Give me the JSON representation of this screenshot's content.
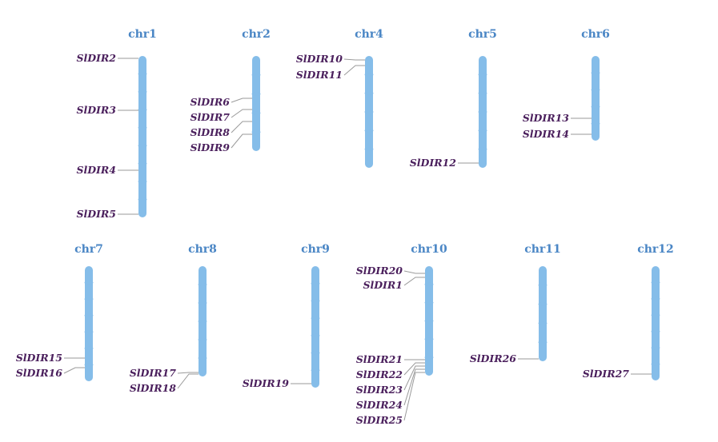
{
  "colors": {
    "chromosome": "#85bde9",
    "title": "#4a86c5",
    "label": "#4a1f5c",
    "leader": "#9a9a9a"
  },
  "chromosomes": [
    {
      "name": "chr1",
      "genes": [
        "SlDIR2",
        "SlDIR3",
        "SlDIR4",
        "SlDIR5"
      ]
    },
    {
      "name": "chr2",
      "genes": [
        "SlDIR6",
        "SlDIR7",
        "SlDIR8",
        "SlDIR9"
      ]
    },
    {
      "name": "chr4",
      "genes": [
        "SlDIR10",
        "SlDIR11"
      ]
    },
    {
      "name": "chr5",
      "genes": [
        "SlDIR12"
      ]
    },
    {
      "name": "chr6",
      "genes": [
        "SlDIR13",
        "SlDIR14"
      ]
    },
    {
      "name": "chr7",
      "genes": [
        "SlDIR15",
        "SlDIR16"
      ]
    },
    {
      "name": "chr8",
      "genes": [
        "SlDIR17",
        "SlDIR18"
      ]
    },
    {
      "name": "chr9",
      "genes": [
        "SlDIR19"
      ]
    },
    {
      "name": "chr10",
      "genes": [
        "SlDIR20",
        "SlDIR1",
        "SlDIR21",
        "SlDIR22",
        "SlDIR23",
        "SlDIR24",
        "SlDIR25"
      ]
    },
    {
      "name": "chr11",
      "genes": [
        "SlDIR26"
      ]
    },
    {
      "name": "chr12",
      "genes": [
        "SlDIR27"
      ]
    }
  ]
}
